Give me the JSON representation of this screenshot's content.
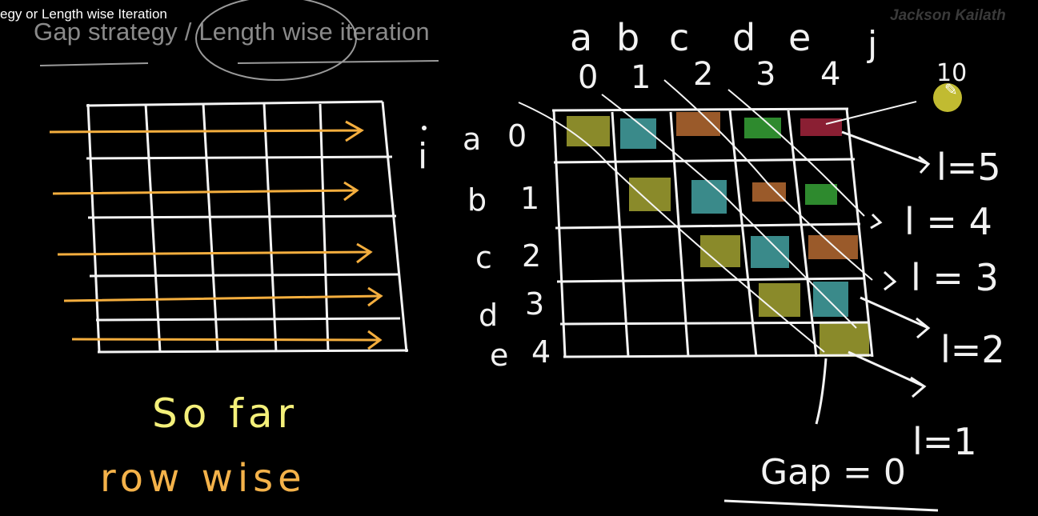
{
  "video_title": "egy or Length wise Iteration",
  "slide_title": "Gap strategy / Length wise iteration",
  "watermark": "Jackson Kailath",
  "pencil_icon": "pencil-icon",
  "left_grid": {
    "note_line1": "So far",
    "note_line2": "row wise",
    "index_label": "i"
  },
  "right_grid": {
    "top_letters": [
      "a",
      "b",
      "c",
      "d",
      "e",
      "j"
    ],
    "top_numbers": [
      "0",
      "1",
      "2",
      "3",
      "4"
    ],
    "row_letters": [
      "a",
      "b",
      "c",
      "d",
      "e"
    ],
    "row_numbers": [
      "0",
      "1",
      "2",
      "3",
      "4"
    ],
    "corner_note": "10",
    "length_labels": [
      "l=5",
      "l = 4",
      "l = 3",
      "l=2",
      "l=1"
    ],
    "gap_label": "Gap = 0",
    "cell_colors": {
      "olive": "#8a8a2a",
      "teal": "#3a8a8a",
      "brown": "#9a5a2a",
      "green": "#2e8a2e",
      "maroon": "#8a1f33"
    }
  }
}
